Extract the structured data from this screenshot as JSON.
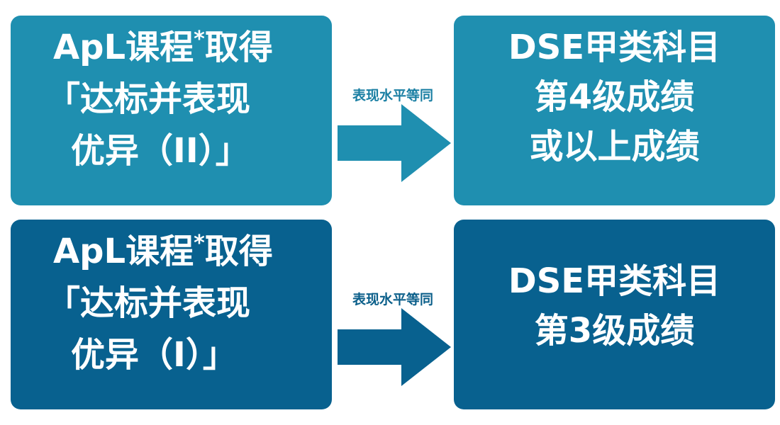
{
  "colors": {
    "row1_fill": "#1f8fb0",
    "row2_fill": "#08618f",
    "text": "#ffffff"
  },
  "rows": [
    {
      "left": {
        "line1_main": "ApL课程",
        "line1_star": "*",
        "line1_tail": "取得",
        "line2": "「达标并表现",
        "line3": "优异（II）」"
      },
      "arrow_label": "表现水平等同",
      "right": {
        "line1": "DSE甲类科目",
        "line2": "第4级成绩",
        "line3": "或以上成绩"
      }
    },
    {
      "left": {
        "line1_main": "ApL课程",
        "line1_star": "*",
        "line1_tail": "取得",
        "line2": "「达标并表现",
        "line3": "优异（I）」"
      },
      "arrow_label": "表现水平等同",
      "right": {
        "line1": "DSE甲类科目",
        "line2": "第3级成绩"
      }
    }
  ]
}
